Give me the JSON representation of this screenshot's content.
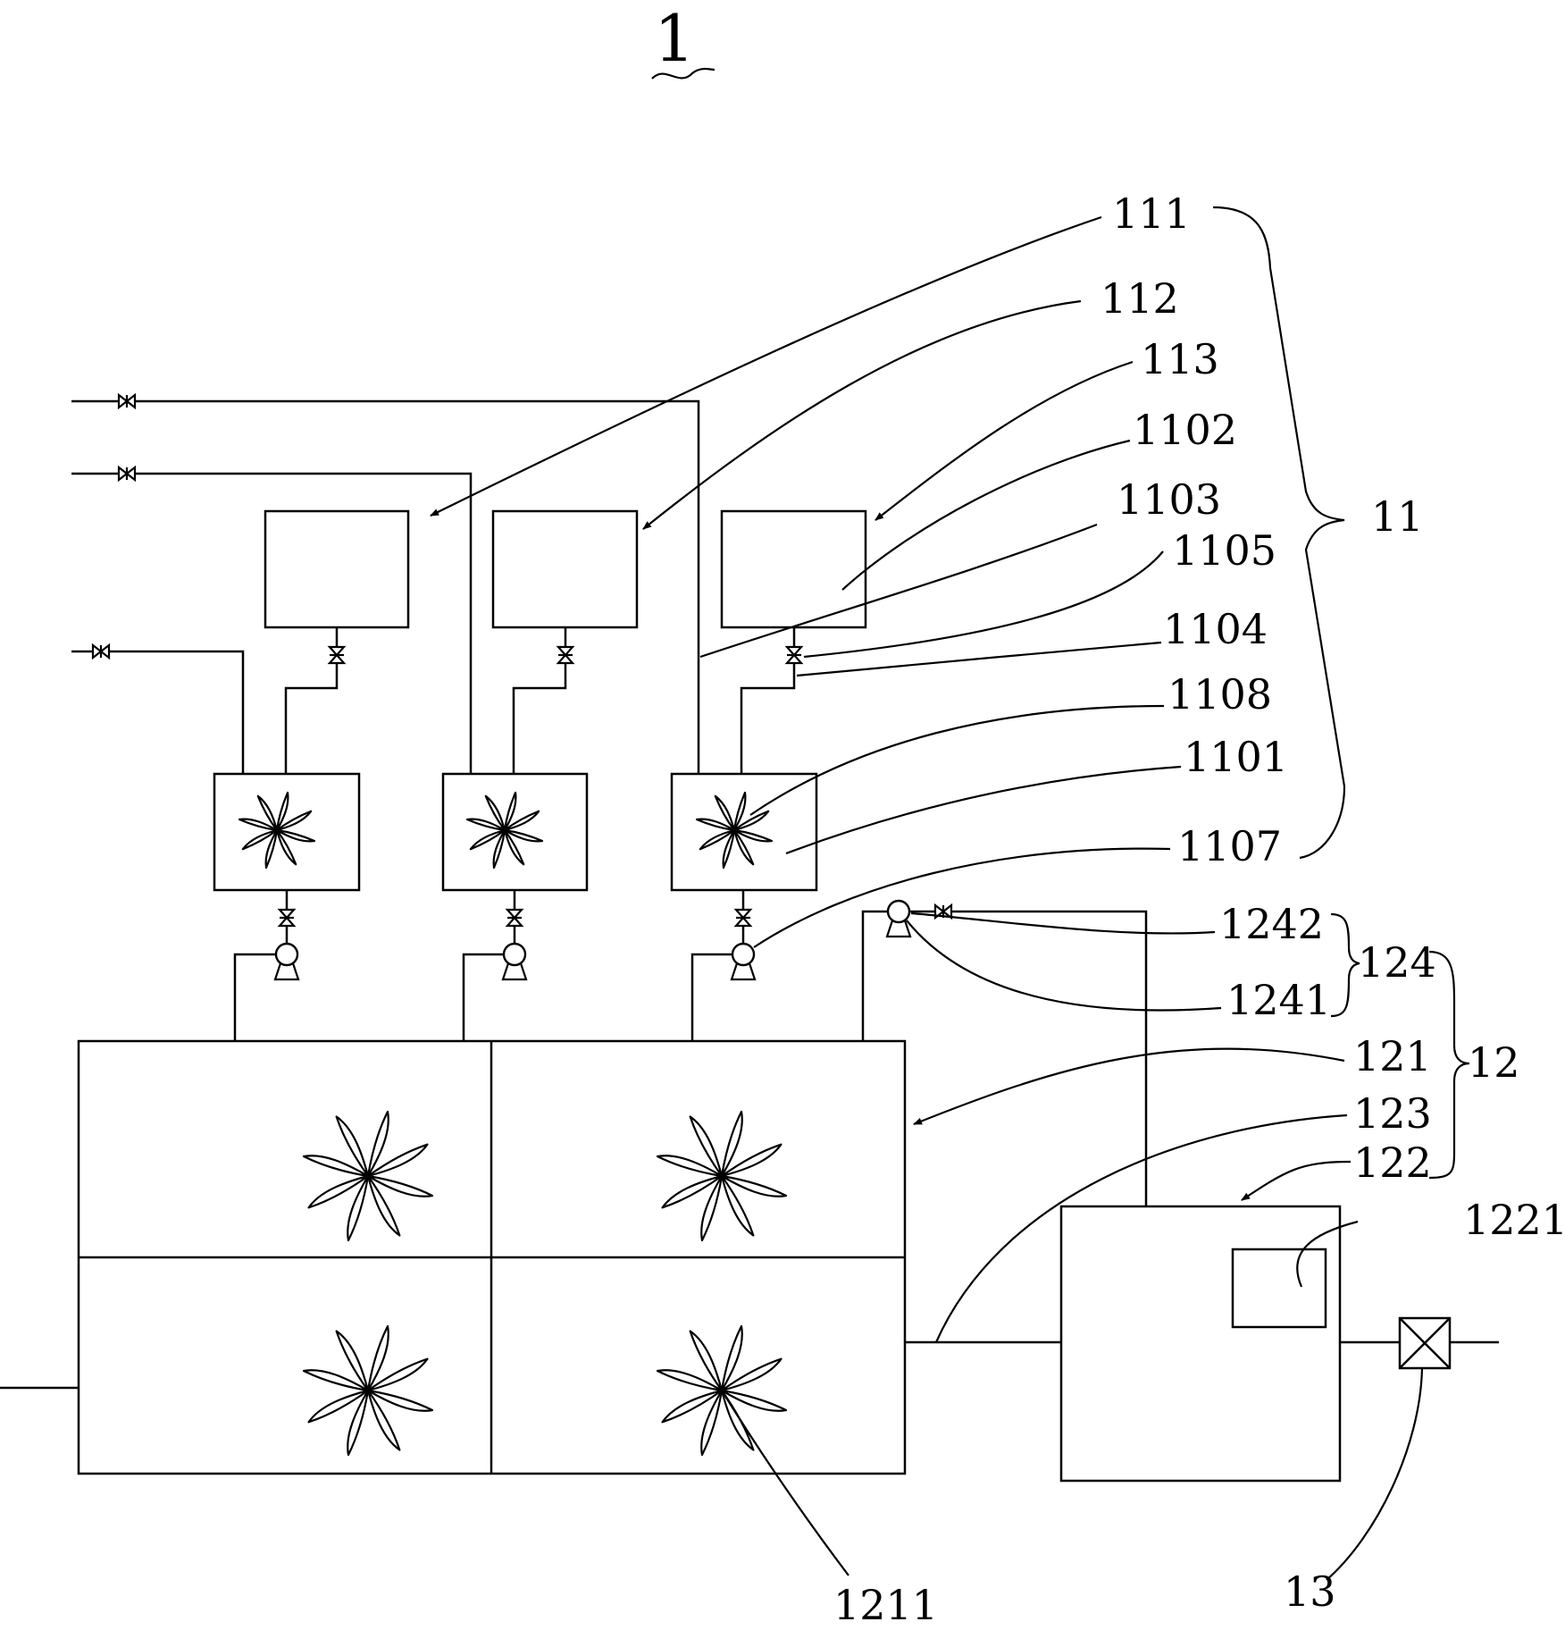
{
  "figure": {
    "number": "1"
  },
  "labels": {
    "l111": "111",
    "l112": "112",
    "l113": "113",
    "l1102": "1102",
    "l1103": "1103",
    "l1105": "1105",
    "l1104": "1104",
    "l1108": "1108",
    "l1101": "1101",
    "l1107": "1107",
    "l11": "11",
    "l1242": "1242",
    "l1241": "1241",
    "l124": "124",
    "l121": "121",
    "l123": "123",
    "l122": "122",
    "l12": "12",
    "l1221": "1221",
    "l1211": "1211",
    "l13": "13"
  }
}
